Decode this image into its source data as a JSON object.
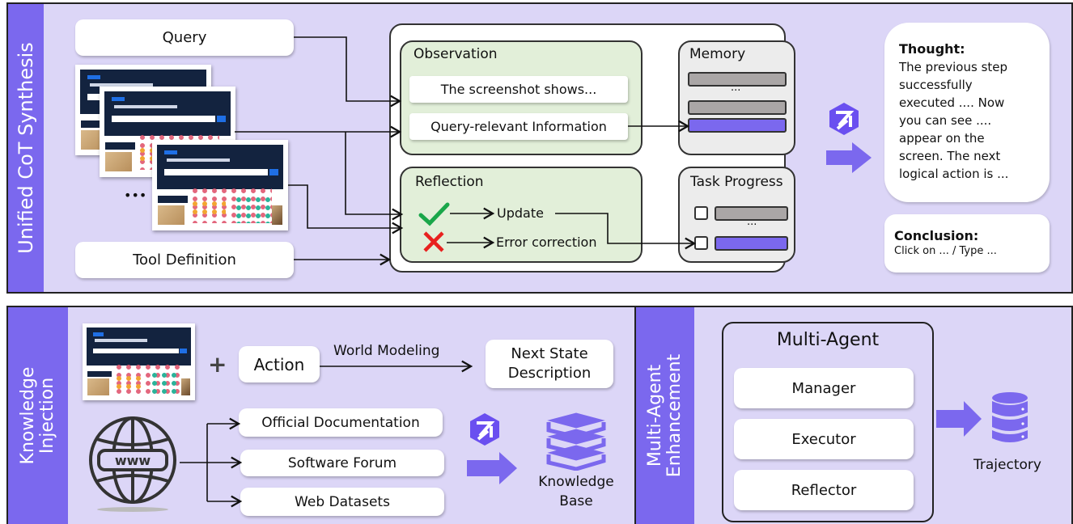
{
  "top_panel": {
    "side_label": "Unified CoT Synthesis",
    "query": "Query",
    "tool_definition": "Tool Definition",
    "ellipsis": "•••",
    "observation": {
      "title": "Observation",
      "items": [
        "The screenshot shows...",
        "Query-relevant Information"
      ]
    },
    "reflection": {
      "title": "Reflection",
      "update": "Update",
      "error_correction": "Error correction"
    },
    "memory": {
      "title": "Memory",
      "ellipsis": "..."
    },
    "task_progress": {
      "title": "Task Progress",
      "ellipsis": "..."
    },
    "thought": {
      "title": "Thought:",
      "lines": [
        "The previous step",
        "successfully",
        "executed .... Now",
        "you can see ....",
        "appear on the",
        "screen. The next",
        "logical action is ..."
      ]
    },
    "conclusion": {
      "title": "Conclusion:",
      "text": "Click on ... / Type ..."
    }
  },
  "knowledge_panel": {
    "side_label_lines": [
      "Knowledge",
      "Injection"
    ],
    "plus": "+",
    "action": "Action",
    "world_modeling": "World Modeling",
    "next_state_lines": [
      "Next State",
      "Description"
    ],
    "www": "www",
    "sources": [
      "Official Documentation",
      "Software Forum",
      "Web Datasets"
    ],
    "knowledge_base_lines": [
      "Knowledge",
      "Base"
    ]
  },
  "multi_agent_panel": {
    "side_label_lines": [
      "Multi-Agent",
      "Enhancement"
    ],
    "title": "Multi-Agent",
    "agents": [
      "Manager",
      "Executor",
      "Reflector"
    ],
    "trajectory": "Trajectory"
  },
  "colors": {
    "panel_bg": "#dcd6f7",
    "accent_purple": "#7b68ee",
    "observation_green": "#e2efd9",
    "memory_gray": "#ececec",
    "check_green": "#1aa64a",
    "cross_red": "#e8211f"
  }
}
